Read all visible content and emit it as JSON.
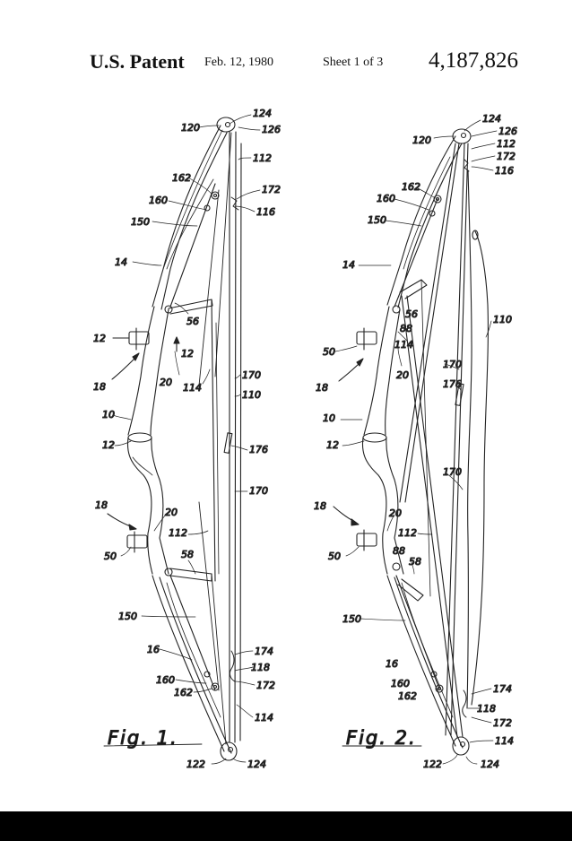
{
  "header": {
    "title": "U.S. Patent",
    "date": "Feb. 12, 1980",
    "sheet": "Sheet 1 of 3",
    "number": "4,187,826"
  },
  "fig1": {
    "caption": "Fig. 1.",
    "labels": {
      "l124a": "124",
      "l120": "120",
      "l126": "126",
      "l112a": "112",
      "l162a": "162",
      "l172a": "172",
      "l160a": "160",
      "l116": "116",
      "l150a": "150",
      "l14": "14",
      "l56": "56",
      "l12a": "12",
      "l12b": "12",
      "l18a": "18",
      "l20a": "20",
      "l114a": "114",
      "l170a": "170",
      "l110": "110",
      "l10": "10",
      "l12c": "12",
      "l176": "176",
      "l170b": "170",
      "l18b": "18",
      "l20b": "20",
      "l112b": "112",
      "l50": "50",
      "l58": "58",
      "l150b": "150",
      "l16": "16",
      "l174": "174",
      "l118": "118",
      "l160b": "160",
      "l162b": "162",
      "l172b": "172",
      "l114b": "114",
      "l122": "122",
      "l124b": "124"
    }
  },
  "fig2": {
    "caption": "Fig. 2.",
    "labels": {
      "l124a": "124",
      "l126": "126",
      "l120": "120",
      "l112a": "112",
      "l172a": "172",
      "l116": "116",
      "l162a": "162",
      "l160a": "160",
      "l150a": "150",
      "l14": "14",
      "l56": "56",
      "l88a": "88",
      "l110": "110",
      "l50a": "50",
      "l114a": "114",
      "l170a": "170",
      "l20a": "20",
      "l18a": "18",
      "l176": "176",
      "l10": "10",
      "l12": "12",
      "l170b": "170",
      "l18b": "18",
      "l20b": "20",
      "l112b": "112",
      "l50b": "50",
      "l88b": "88",
      "l58": "58",
      "l150b": "150",
      "l16": "16",
      "l160b": "160",
      "l162b": "162",
      "l174": "174",
      "l118": "118",
      "l172b": "172",
      "l114b": "114",
      "l122": "122",
      "l124b": "124"
    }
  }
}
